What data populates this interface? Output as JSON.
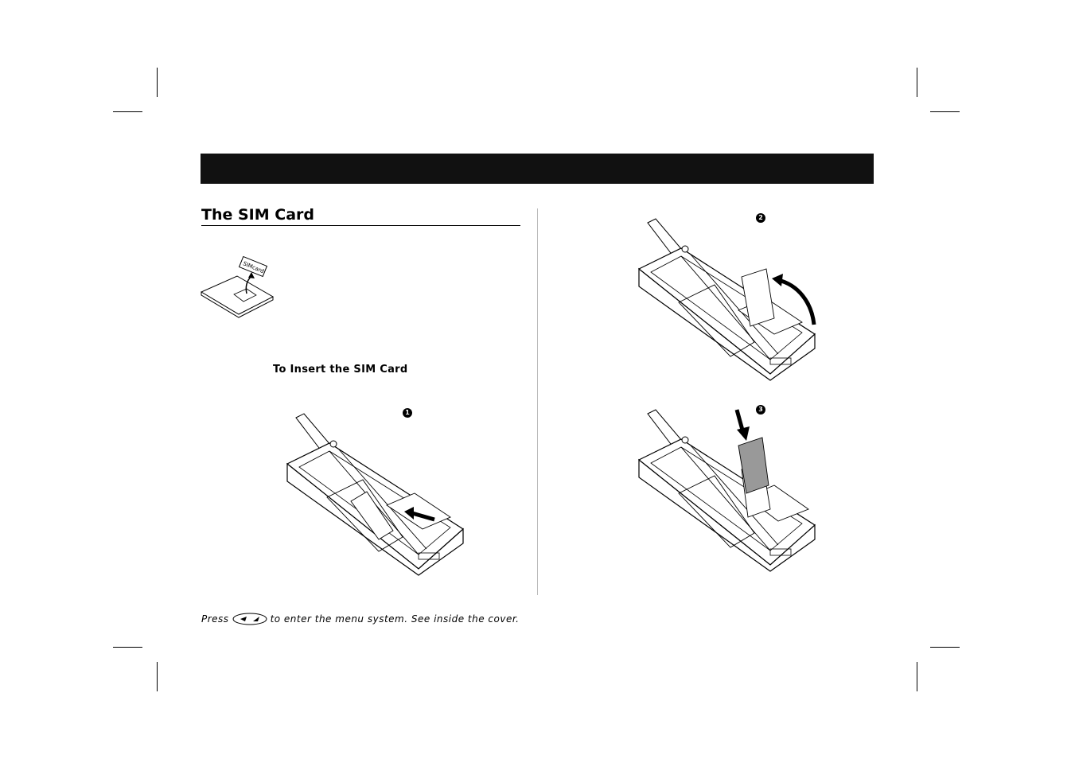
{
  "header": {
    "bar_color": "#111111"
  },
  "section": {
    "title": "The SIM Card"
  },
  "sim_illustration": {
    "card_label": "SIMcard"
  },
  "instructions": {
    "subheading": "To Insert the SIM Card"
  },
  "steps": [
    {
      "number": "1"
    },
    {
      "number": "2"
    },
    {
      "number": "3"
    }
  ],
  "footer": {
    "press": "Press",
    "rest": "to enter the menu system. See inside the cover."
  },
  "icons": [
    "sim-card-icon",
    "menu-key-icon",
    "phone-open-battery-icon",
    "phone-sim-holder-open-icon",
    "phone-sim-insert-icon"
  ]
}
